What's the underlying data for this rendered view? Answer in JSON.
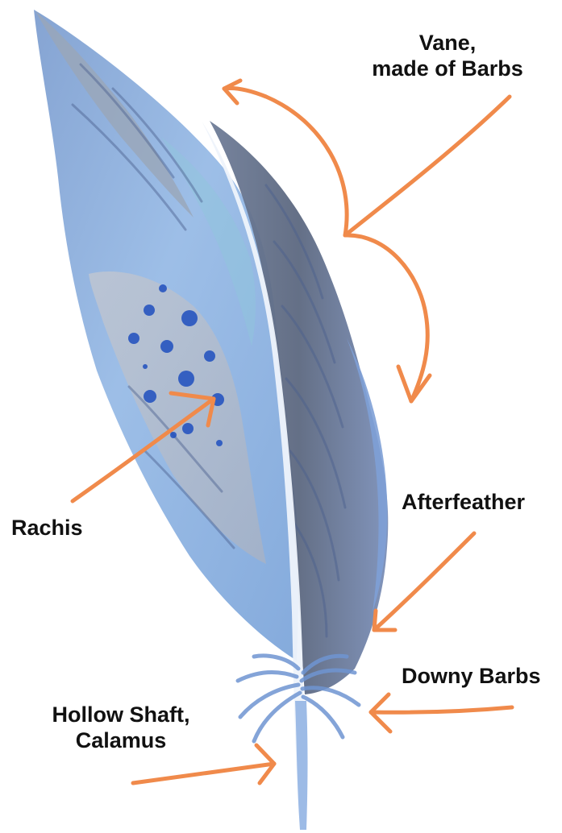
{
  "colors": {
    "arrow": "#f08a4b",
    "feather_light": "#8fb3e0",
    "feather_mid": "#6b8fc7",
    "feather_dark": "#5e6a82",
    "feather_grey": "#a9b0bd",
    "spots": "#1f4fbf",
    "label_text": "#111111"
  },
  "labels": {
    "vane_line1": "Vane,",
    "vane_line2": "made of Barbs",
    "rachis": "Rachis",
    "afterfeather": "Afterfeather",
    "downy_barbs": "Downy Barbs",
    "shaft_line1": "Hollow Shaft,",
    "shaft_line2": "Calamus"
  }
}
